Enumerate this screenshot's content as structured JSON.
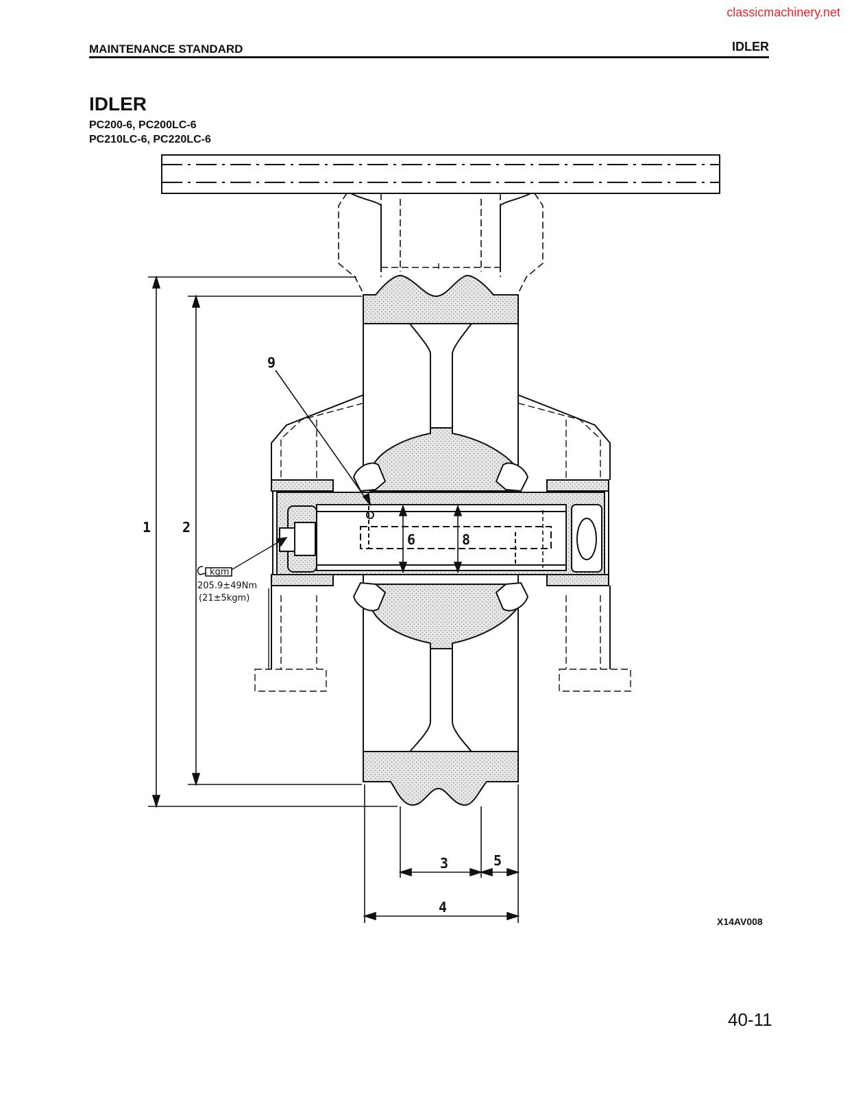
{
  "watermark": "classicmachinery.net",
  "header": {
    "section": "MAINTENANCE STANDARD",
    "topic": "IDLER"
  },
  "title": "IDLER",
  "models": [
    "PC200-6, PC200LC-6",
    "PC210LC-6, PC220LC-6"
  ],
  "callouts": [
    "1",
    "2",
    "3",
    "4",
    "5",
    "6",
    "8",
    "9"
  ],
  "torque": {
    "icon_label": "kgm",
    "value_nm": "205.9±49Nm",
    "value_kgm": "(21±5kgm)"
  },
  "figure_code": "X14AV008",
  "page_number": "40-11"
}
